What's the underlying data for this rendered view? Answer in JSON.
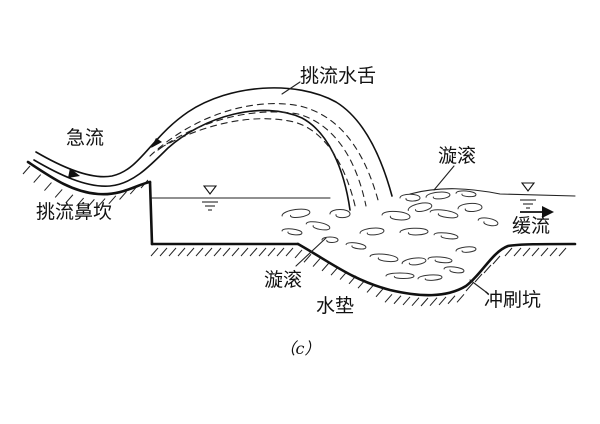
{
  "labels": {
    "jiliu": "急流",
    "tiaoliu_shuishe": "挑流水舌",
    "xuangun_right": "漩滚",
    "tiaoliu_bikan": "挑流鼻坎",
    "huanliu": "缓流",
    "xuangun_left": "漩滚",
    "shuidian": "水垫",
    "chongshuakeng": "冲刷坑"
  },
  "caption": "（c）"
}
